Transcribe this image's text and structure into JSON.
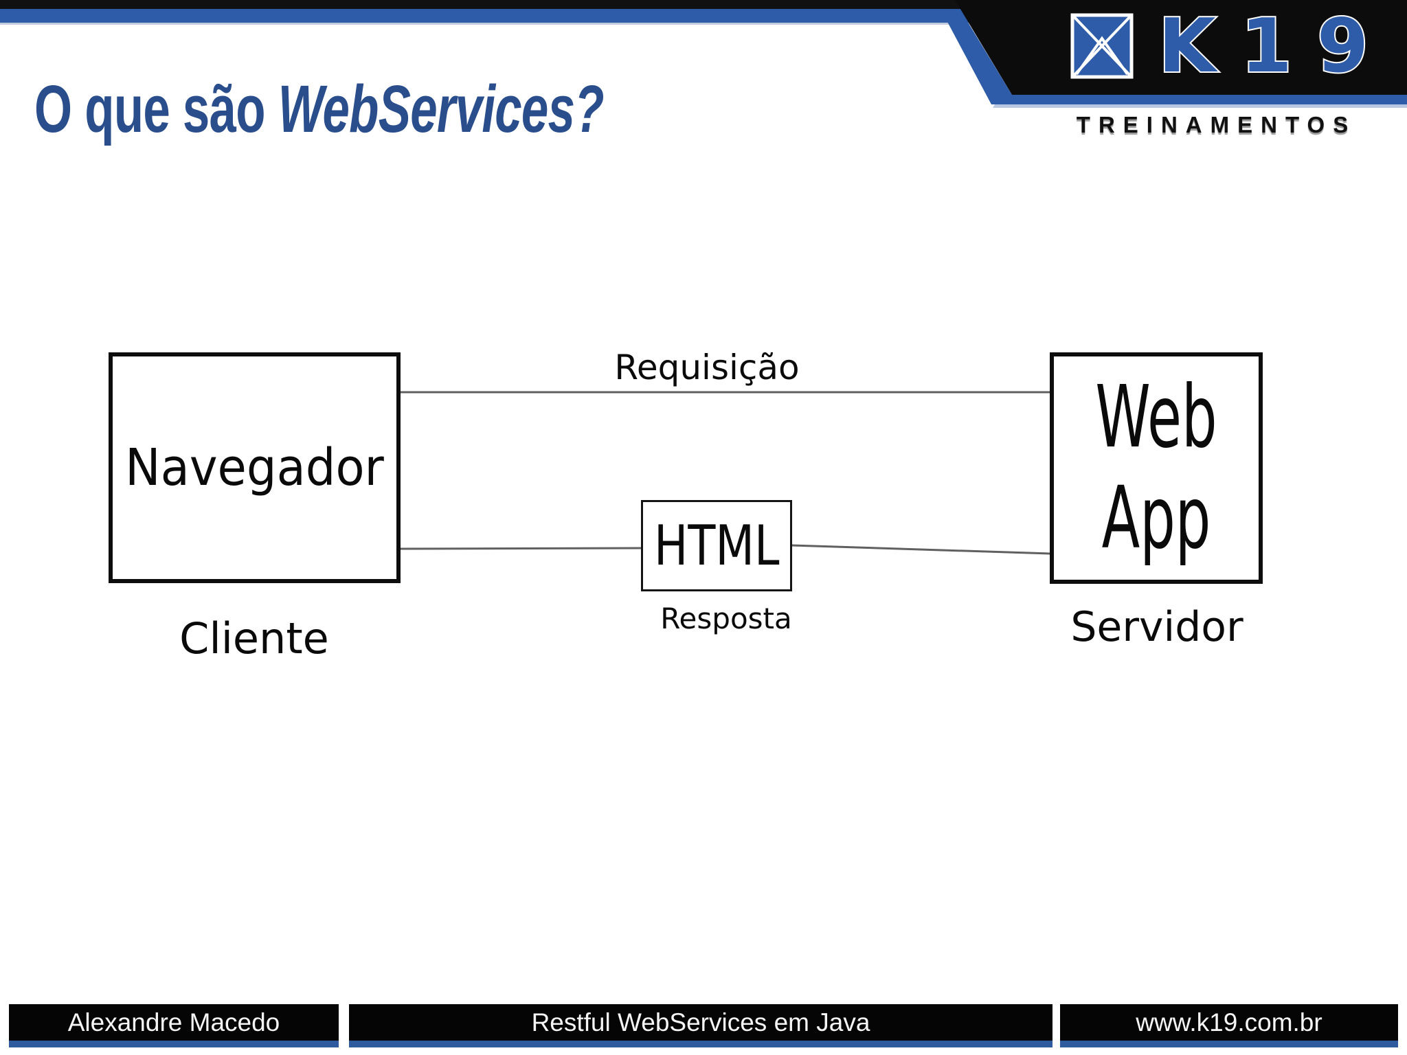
{
  "slide": {
    "title": {
      "regular": "O que são ",
      "italic": "WebServices?"
    }
  },
  "brand": {
    "logo_text": "K19",
    "tagline": "TREINAMENTOS"
  },
  "diagram": {
    "client": {
      "box": "Navegador",
      "caption": "Cliente"
    },
    "server": {
      "box": "Web App",
      "caption": "Servidor"
    },
    "request": {
      "label": "Requisição"
    },
    "response": {
      "label": "Resposta",
      "box": "HTML"
    }
  },
  "footer": {
    "author": "Alexandre Macedo",
    "course": "Restful WebServices em Java",
    "site": "www.k19.com.br"
  },
  "colors": {
    "brand_blue": "#2e5ca8",
    "title_blue": "#2a4d8c",
    "footer_blue": "#2e5a9e",
    "connector_gray": "#606060"
  }
}
